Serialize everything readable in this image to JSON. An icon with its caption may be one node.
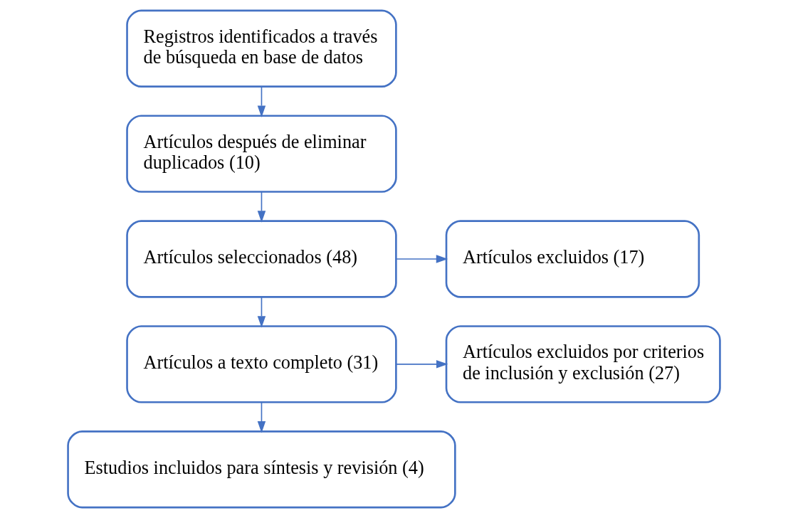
{
  "diagram": {
    "nodes": [
      {
        "text": [
          "Registros identificados a través de búsqueda en base de datos"
        ]
      },
      {
        "text": [
          "Artículos después de eliminar duplicados (10)"
        ]
      },
      {
        "text": [
          "Artículos seleccionados (48)"
        ]
      },
      {
        "text": [
          "Artículos excluidos (17)"
        ]
      },
      {
        "text": [
          "Artículos a texto completo (31)"
        ]
      },
      {
        "text": [
          "Artículos excluidos por criterios de inclusión y exclusión (27)"
        ]
      },
      {
        "text": [
          "Estudios incluidos para síntesis y revisión (4)"
        ]
      }
    ],
    "edges": [
      {
        "from": 0,
        "to": 1,
        "arrow": "to"
      },
      {
        "from": 1,
        "to": 2,
        "arrow": "to"
      },
      {
        "from": 2,
        "to": 3,
        "arrow": "to"
      },
      {
        "from": 2,
        "to": 4,
        "arrow": "to"
      },
      {
        "from": 4,
        "to": 5,
        "arrow": "to"
      },
      {
        "from": 4,
        "to": 6,
        "arrow": "to"
      }
    ]
  }
}
